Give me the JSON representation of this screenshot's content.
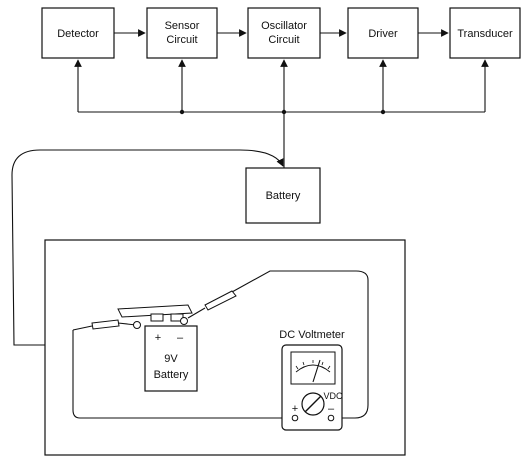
{
  "blocks": {
    "detector": "Detector",
    "sensor": [
      "Sensor",
      "Circuit"
    ],
    "oscillator": [
      "Oscillator",
      "Circuit"
    ],
    "driver": "Driver",
    "transducer": "Transducer",
    "battery": "Battery"
  },
  "test_setup": {
    "battery_plus": "+",
    "battery_minus": "–",
    "battery_voltage": "9V",
    "battery_name": "Battery",
    "meter_title": "DC Voltmeter",
    "meter_unit": "VDC",
    "meter_plus": "+",
    "meter_minus": "–"
  }
}
